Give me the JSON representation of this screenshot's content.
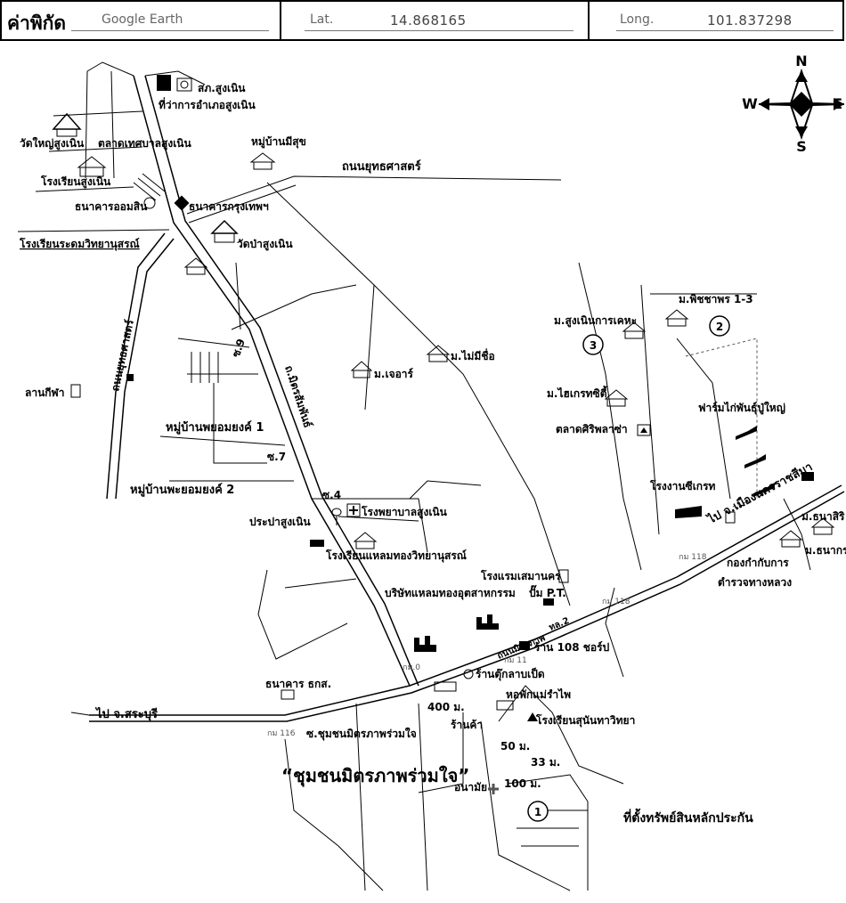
{
  "header": {
    "coord_label": "ค่าพิกัด",
    "source": "Google Earth",
    "lat_label": "Lat.",
    "lat_value": "14.868165",
    "long_label": "Long.",
    "long_value": "101.837298"
  },
  "compass": {
    "n": "N",
    "s": "S",
    "e": "E",
    "w": "W"
  },
  "places": {
    "police": "สภ.สูงเนิน",
    "district_office": "ที่ว่าการอำเภอสูงเนิน",
    "wat_yai": "วัดใหญ่สูงเนิน",
    "market_municipal": "ตลาดเทศบาลสูงเนิน",
    "school_sungnoen": "โรงเรียนสูงเนิน",
    "gsb": "ธนาคารออมสิน",
    "bbl": "ธนาคารกรุงเทพฯ",
    "mubaan_meesuk": "หมู่บ้านมีสุข",
    "road_yutthasat": "ถนนยุทธศาสตร์",
    "school_radom": "โรงเรียนระดมวิทยานุสรณ์",
    "wat_pa": "วัดป่าสูงเนิน",
    "road_yutthasat_v": "ถนนยุทธศาสตร์",
    "soi9": "ซ.9",
    "road_mittraphap": "ถ.มิตรสัมพันธ์",
    "lan_kila": "ลานกีฬา",
    "m_jer": "ม.เจอาร์",
    "m_maimichue": "ม.ไม่มีชื่อ",
    "mubaan_phayom1": "หมู่บ้านพยอมยงค์ 1",
    "soi7": "ซ.7",
    "mubaan_phayom2": "หมู่บ้านพะยอมยงค์ 2",
    "soi4": "ซ.4",
    "prapa": "ประปาสูงเนิน",
    "hospital": "โรงพยาบาลสูงเนิน",
    "school_laemthong": "โรงเรียนแหลมทองวิทยานุสรณ์",
    "hotel": "โรงแรมเสมานคร",
    "laemthong_ind": "บริษัทแหลมทองอุตสาหกรรม",
    "pump_pt": "ปั๊ม P.T.",
    "road_mittraphap_main": "ถนนมิตรภาพ",
    "route2": "ทล.2",
    "shop108": "ร้าน 108 ชอร์ป",
    "km0": "กม.0",
    "km11": "กม 11",
    "restaurant": "ร้านตุ๊กลาบเป็ด",
    "baac": "ธนาคาร ธกส.",
    "to_saraburi": "ไป จ.สระบุรี",
    "km116": "กม 116",
    "dist400": "400 ม.",
    "dorm": "หอพักแม่รำไพ",
    "shop": "ร้านค้า",
    "school_sunanta": "โรงเรียนสุนันทาวิทยา",
    "soi_community": "ซ.ชุมชนมิตรภาพร่วมใจ",
    "community": "“ชุมชนมิตรภาพร่วมใจ”",
    "dist50": "50 ม.",
    "dist33": "33 ม.",
    "dist100": "100 ม.",
    "health": "อนามัย",
    "collateral": "ที่ตั้งทรัพย์สินหลักประกัน",
    "m_pitcha": "ม.พิชชาพร 1-3",
    "m_sungnoen_kaheha": "ม.สูงเนินการเคหะ",
    "m_hitech": "ม.ไฮเกรทซิตี้",
    "market_siri": "ตลาดศิริพลาซ่า",
    "farm": "ฟาร์มไก่พันธุ์ปู่ใหญ่",
    "factory": "โรงงานซีเกรท",
    "to_korat": "ไป จ.เมืองนครราชสีมา",
    "km118": "กม 118",
    "km118b": "กม 118",
    "highway_police1": "กองกำกับการ",
    "highway_police2": "ตำรวจทางหลวง",
    "m_thanasiri": "ม.ธนาสิริ",
    "m_thanakorn": "ม.ธนากร",
    "marker1": "1",
    "marker2": "2",
    "marker3": "3"
  }
}
